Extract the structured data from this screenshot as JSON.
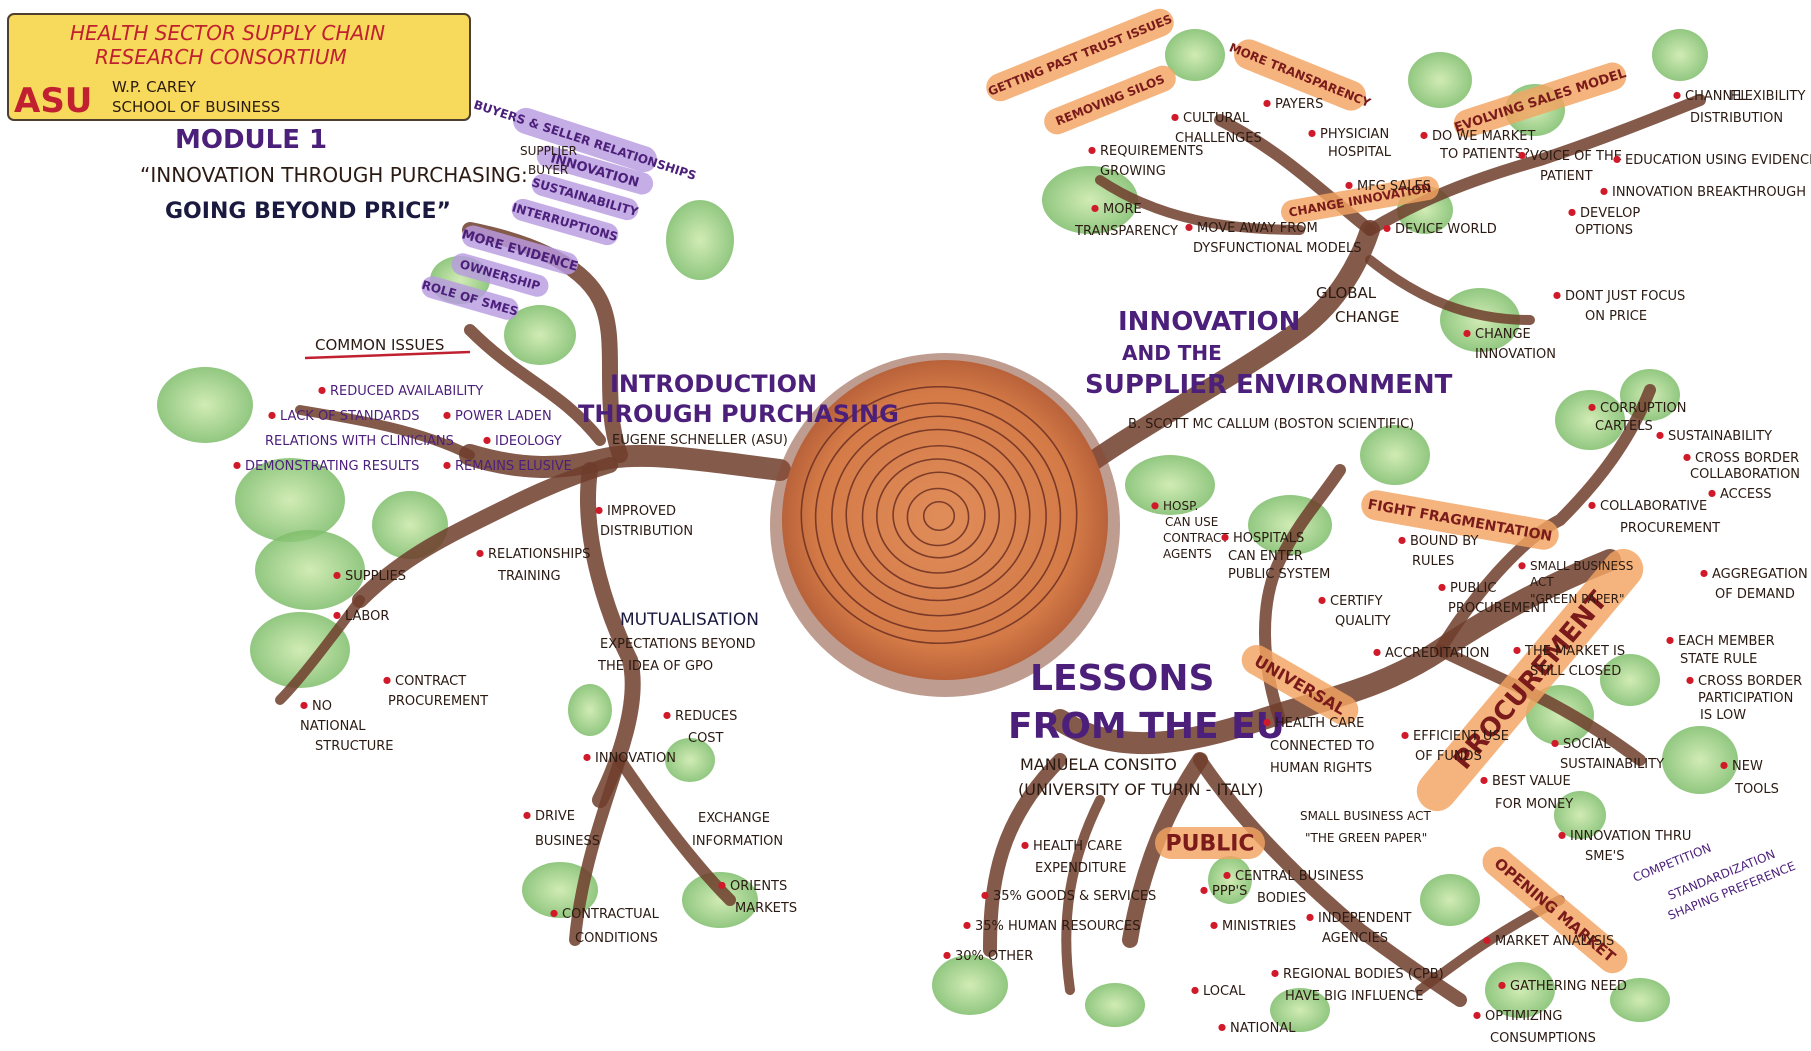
{
  "header": {
    "line1": "HEALTH SECTOR SUPPLY CHAIN",
    "line2": "RESEARCH CONSORTIUM",
    "asu": "ASU",
    "school1": "W.P. CAREY",
    "school2": "SCHOOL OF BUSINESS",
    "module": "MODULE 1",
    "subtitle1": "“INNOVATION THROUGH PURCHASING:",
    "subtitle2": "GOING BEYOND PRICE”"
  },
  "branches": {
    "intro": {
      "t1": "INTRODUCTION",
      "t2": "THROUGH PURCHASING",
      "speaker": "EUGENE SCHNELLER (ASU)"
    },
    "supplier": {
      "t1": "INNOVATION",
      "t2": "AND THE",
      "t3": "SUPPLIER ENVIRONMENT",
      "speaker": "B. SCOTT MC CALLUM (BOSTON SCIENTIFIC)"
    },
    "eu": {
      "t1": "LESSONS",
      "t2": "FROM THE EU",
      "speaker1": "MANUELA CONSITO",
      "speaker2": "(UNIVERSITY OF TURIN - ITALY)"
    }
  },
  "banners": {
    "buyers": "BUYERS & SELLER RELATIONSHIPS",
    "innovation": "INNOVATION",
    "sustain": "SUSTAINABILITY",
    "interrupt": "INTERRUPTIONS",
    "evidence": "MORE EVIDENCE",
    "ownership": "OWNERSHIP",
    "role": "ROLE OF SMES",
    "supplier_buyer1": "SUPPLIER",
    "supplier_buyer2": "BUYER",
    "trust": "GETTING PAST TRUST ISSUES",
    "silos": "REMOVING SILOS",
    "transparency": "MORE TRANSPARENCY",
    "sales_model": "EVOLVING SALES MODEL",
    "change_innov": "CHANGE INNOVATION",
    "fight": "FIGHT FRAGMENTATION",
    "universal": "UNIVERSAL",
    "procurement": "PROCUREMENT",
    "public": "PUBLIC",
    "opening": "OPENING MARKET"
  },
  "left_notes": {
    "common_issues": "COMMON ISSUES",
    "reduced": "REDUCED AVAILABILITY",
    "lack": "LACK OF STANDARDS",
    "power": "POWER LADEN",
    "relations": "RELATIONS WITH CLINICIANS",
    "ideology": "IDEOLOGY",
    "demonstrating": "DEMONSTRATING RESULTS",
    "elusive": "REMAINS ELUSIVE",
    "relationships": "RELATIONSHIPS",
    "training": "TRAINING",
    "supplies": "SUPPLIES",
    "labor": "LABOR",
    "contract1": "CONTRACT",
    "contract2": "PROCUREMENT",
    "nonational1": "NO",
    "nonational2": "NATIONAL",
    "nonational3": "STRUCTURE",
    "improved1": "IMPROVED",
    "improved2": "DISTRIBUTION",
    "mutual": "MUTUALISATION",
    "expect1": "EXPECTATIONS BEYOND",
    "expect2": "THE IDEA OF GPO",
    "reduces1": "REDUCES",
    "reduces2": "COST",
    "innovation": "INNOVATION",
    "drive1": "DRIVE",
    "drive2": "BUSINESS",
    "exchange1": "EXCHANGE",
    "exchange2": "INFORMATION",
    "orients1": "ORIENTS",
    "orients2": "MARKETS",
    "contractual1": "CONTRACTUAL",
    "contractual2": "CONDITIONS"
  },
  "right_top_notes": {
    "cultural1": "CULTURAL",
    "cultural2": "CHALLENGES",
    "payers": "PAYERS",
    "physician1": "PHYSICIAN",
    "physician2": "HOSPITAL",
    "requirements1": "REQUIREMENTS",
    "requirements2": "GROWING",
    "market1": "DO WE MARKET",
    "market2": "TO PATIENTS?",
    "mfg": "MFG SALES",
    "voice1": "VOICE OF THE",
    "voice2": "PATIENT",
    "channel": "CHANNEL",
    "flexibility": "FLEXIBILITY",
    "distribution": "DISTRIBUTION",
    "education": "EDUCATION USING EVIDENCE",
    "breakthrough": "INNOVATION BREAKTHROUGH",
    "develop1": "DEVELOP",
    "develop2": "OPTIONS",
    "more_trans1": "MORE",
    "more_trans2": "TRANSPARENCY",
    "move1": "MOVE AWAY FROM",
    "move2": "DYSFUNCTIONAL MODELS",
    "device": "DEVICE WORLD",
    "global1": "GLOBAL",
    "global2": "CHANGE",
    "dont1": "DONT JUST FOCUS",
    "dont2": "ON PRICE",
    "change1": "CHANGE",
    "change2": "INNOVATION"
  },
  "right_bottom_notes": {
    "corruption1": "CORRUPTION",
    "corruption2": "CARTELS",
    "sustainability": "SUSTAINABILITY",
    "cross1": "CROSS BORDER",
    "cross2": "COLLABORATION",
    "access": "ACCESS",
    "collab1": "COLLABORATIVE",
    "collab2": "PROCUREMENT",
    "aggregation1": "AGGREGATION",
    "aggregation2": "OF DEMAND",
    "each1": "EACH MEMBER",
    "each2": "STATE RULE",
    "crossp1": "CROSS BORDER",
    "crossp2": "PARTICIPATION",
    "crossp3": "IS LOW",
    "newtools1": "NEW",
    "newtools2": "TOOLS",
    "social1": "SOCIAL",
    "social2": "SUSTAINABILITY",
    "hosp1": "HOSP.",
    "hosp2": "CAN USE",
    "hosp3": "CONTRACT",
    "hosp4": "AGENTS",
    "hospitals1": "HOSPITALS",
    "hospitals2": "CAN ENTER",
    "hospitals3": "PUBLIC SYSTEM",
    "bound1": "BOUND BY",
    "bound2": "RULES",
    "smallact1": "SMALL BUSINESS",
    "smallact2": "ACT",
    "smallact3": "\"GREEN PAPER\"",
    "certify1": "CERTIFY",
    "certify2": "QUALITY",
    "publicproc1": "PUBLIC",
    "publicproc2": "PROCUREMENT",
    "accreditation": "ACCREDITATION",
    "closed1": "THE MARKET IS",
    "closed2": "STILL CLOSED",
    "healthcare1": "HEALTH CARE",
    "healthcare2": "CONNECTED TO",
    "healthcare3": "HUMAN RIGHTS",
    "efficient1": "EFFICIENT USE",
    "efficient2": "OF FUNDS",
    "bestvalue1": "BEST VALUE",
    "bestvalue2": "FOR MONEY",
    "smallbiz1": "SMALL BUSINESS ACT",
    "smallbiz2": "\"THE GREEN PAPER\"",
    "innovthru1": "INNOVATION THRU",
    "innovthru2": "SME'S",
    "hce1": "HEALTH CARE",
    "hce2": "EXPENDITURE",
    "goods": "35% GOODS & SERVICES",
    "human": "35% HUMAN RESOURCES",
    "other": "30% OTHER",
    "ppps": "PPP'S",
    "central1": "CENTRAL BUSINESS",
    "central2": "BODIES",
    "ministries": "MINISTRIES",
    "independent1": "INDEPENDENT",
    "independent2": "AGENCIES",
    "regional1": "REGIONAL BODIES (CPB)",
    "regional2": "HAVE BIG INFLUENCE",
    "local": "LOCAL",
    "national": "NATIONAL",
    "analysis": "MARKET ANALYSIS",
    "gathering": "GATHERING NEED",
    "optimizing1": "OPTIMIZING",
    "optimizing2": "CONSUMPTIONS",
    "competition": "COMPETITION",
    "standard": "STANDARDIZATION",
    "shaping": "SHAPING PREFERENCE"
  },
  "colors": {
    "trunk": "#6e3d2c",
    "stump": "#d9824f",
    "leaf": "#7cc06a",
    "banner_orange": "#f3a462",
    "banner_purple": "#b89be0",
    "ink_purple": "#4b1f7a",
    "ink_red": "#c02030",
    "dot": "#d01a2a",
    "header_yellow": "#f7d64a"
  }
}
